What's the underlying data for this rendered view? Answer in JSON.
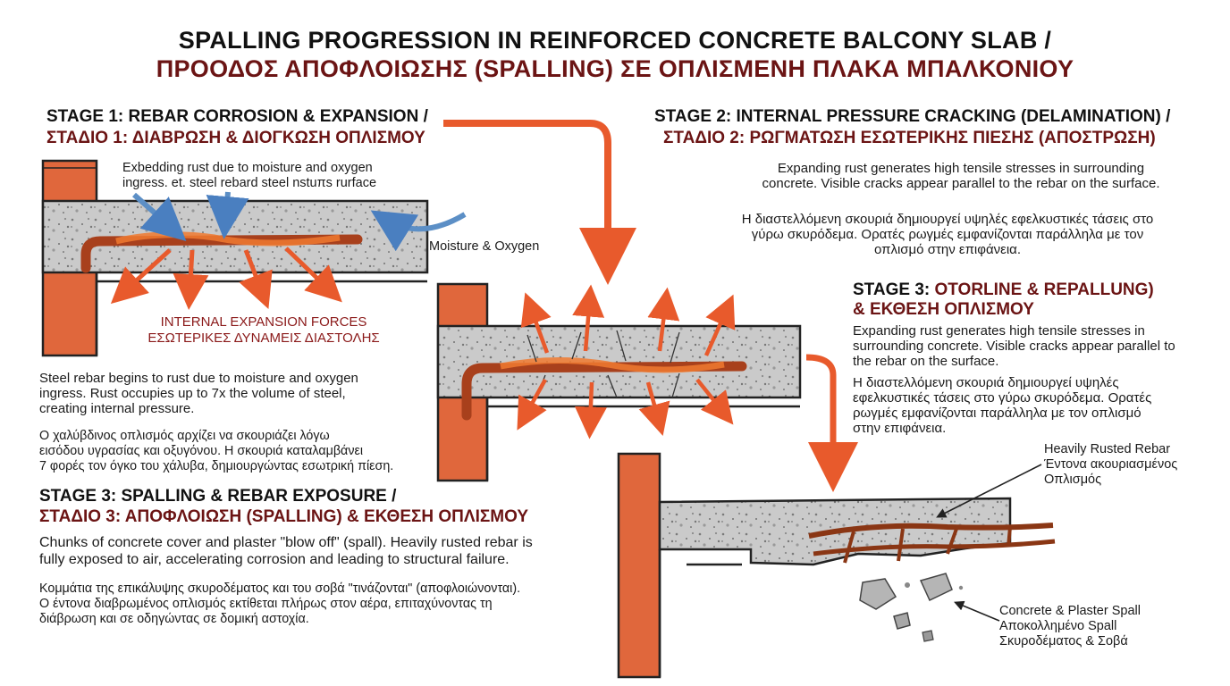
{
  "title": {
    "en": "SPALLING PROGRESSION IN REINFORCED CONCRETE BALCONY SLAB /",
    "gr": "ΠΡΟΟΔΟΣ ΑΠΟΦΛΟΙΩΣΗΣ (SPALLING) ΣΕ ΟΠΛΙΣΜΕΝΗ ΠΛΑΚΑ ΜΠΑΛΚΟΝΙΟΥ"
  },
  "stage1": {
    "heading_en": "STAGE 1: REBAR CORROSION & EXPANSION /",
    "heading_gr": "ΣΤΑΔΙΟ 1: ΔΙΑΒΡΩΣΗ & ΔΙΟΓΚΩΣΗ ΟΠΛΙΣΜΟΥ",
    "callout_line1": "Exbedding rust due to moisture and oxygen",
    "callout_line2": "ingress. et. steel rebard steel nstuπs rurface",
    "moisture_label": "Moisture & Oxygen",
    "forces_en": "INTERNAL EXPANSION FORCES",
    "forces_gr": "ΕΣΩΤΕΡΙΚΕΣ ΔΥΝΑΜΕΙΣ ΔΙΑΣΤΟΛΗΣ",
    "desc_en": [
      "Steel rebar begins to rust due to moisture and oxygen",
      "ingress.  Rust occupies up to 7x the volume of steel,",
      "creating internal pressure."
    ],
    "desc_gr": [
      "Ο χαλύβδινος οπλισμός αρχίζει να σκουριάζει λόγω",
      "εισόδου υγρασίας και οξυγόνου. Η σκουριά καταλαμβάνει",
      "7 φορές τον όγκο του χάλυβα, δημιουργώντας εσωτρική πίεση."
    ]
  },
  "stage2": {
    "heading_en": "STAGE 2: INTERNAL PRESSURE CRACKING (DELAMINATION) /",
    "heading_gr": "ΣΤΑΔΙΟ 2: ΡΩΓΜΑΤΩΣΗ ΕΣΩΤΕΡΙΚΗΣ ΠΙΕΣΗΣ (ΑΠΟΣΤΡΩΣΗ)",
    "desc_en": [
      "Expanding rust generates high tensile stresses in surrounding",
      "concrete. Visible cracks appear parallel to the rebar on the surface."
    ],
    "desc_gr": [
      "Η διαστελλόμενη σκουριά δημιουργεί υψηλές εφελκυστικές τάσεις στο",
      "γύρω σκυρόδεμα. Ορατές ρωγμές εμφανίζονται παράλληλα με τον",
      "οπλισμό στην επιφάνεια."
    ]
  },
  "stage3_right": {
    "heading_en_prefix": "STAGE 3: ",
    "heading_en_red": "OTORLINE & REPALLUNG)",
    "heading_gr": "& ΕΚΘΕΣΗ ΟΠΛΙΣΜΟΥ",
    "desc_en": [
      "Expanding rust generates high tensile stresses in",
      "surrounding concrete. Visible cracks appear parallel to",
      "the rebar on the surface."
    ],
    "desc_gr": [
      "Η διαστελλόμενη σκουριά δημιουργεί υψηλές",
      "εφελκυστικές τάσεις στο γύρω σκυρόδεμα. Ορατές",
      "ρωγμές εμφανίζονται παράλληλα με τον οπλισμό",
      "στην επιφάνεια."
    ],
    "rebar_label": [
      "Heavily Rusted Rebar",
      "Έντονα ακουριασμένος",
      "Οπλισμός"
    ],
    "spall_label": [
      "Concrete & Plaster Spall",
      "Αποκολλημένο Spall",
      "Σκυροδέματος & Σοβά"
    ]
  },
  "stage3_left": {
    "heading_en": "STAGE 3: SPALLING & REBAR EXPOSURE /",
    "heading_gr": "ΣΤΑΔΙΟ 3:  ΑΠΟΦΛΟΙΩΣΗ (SPALLING) & ΕΚΘΕΣΗ ΟΠΛΙΣΜΟΥ",
    "desc_en": [
      "Chunks of concrete cover and plaster \"blow off\" (spall). Heavily rusted rebar is",
      "fully exposed to air, accelerating corrosion and leading to structural failure."
    ],
    "desc_gr": [
      "Κομμάτια της επικάλυψης σκυροδέματος και του σοβά \"τινάζονται\" (αποφλοιώνονται).",
      "Ο έντονα διαβρωμένος οπλισμός εκτίθεται πλήρως στον αέρα, επιταχύνοντας τη",
      "διάβρωση και σε οδηγώντας σε δομική αστοχία."
    ]
  },
  "colors": {
    "brick": "#e0673c",
    "concrete": "#c9c9c9",
    "rust": "#c4491f",
    "arrow": "#e85a2c",
    "moisture": "#5c8fc6",
    "greek_heading": "#6b1414"
  }
}
